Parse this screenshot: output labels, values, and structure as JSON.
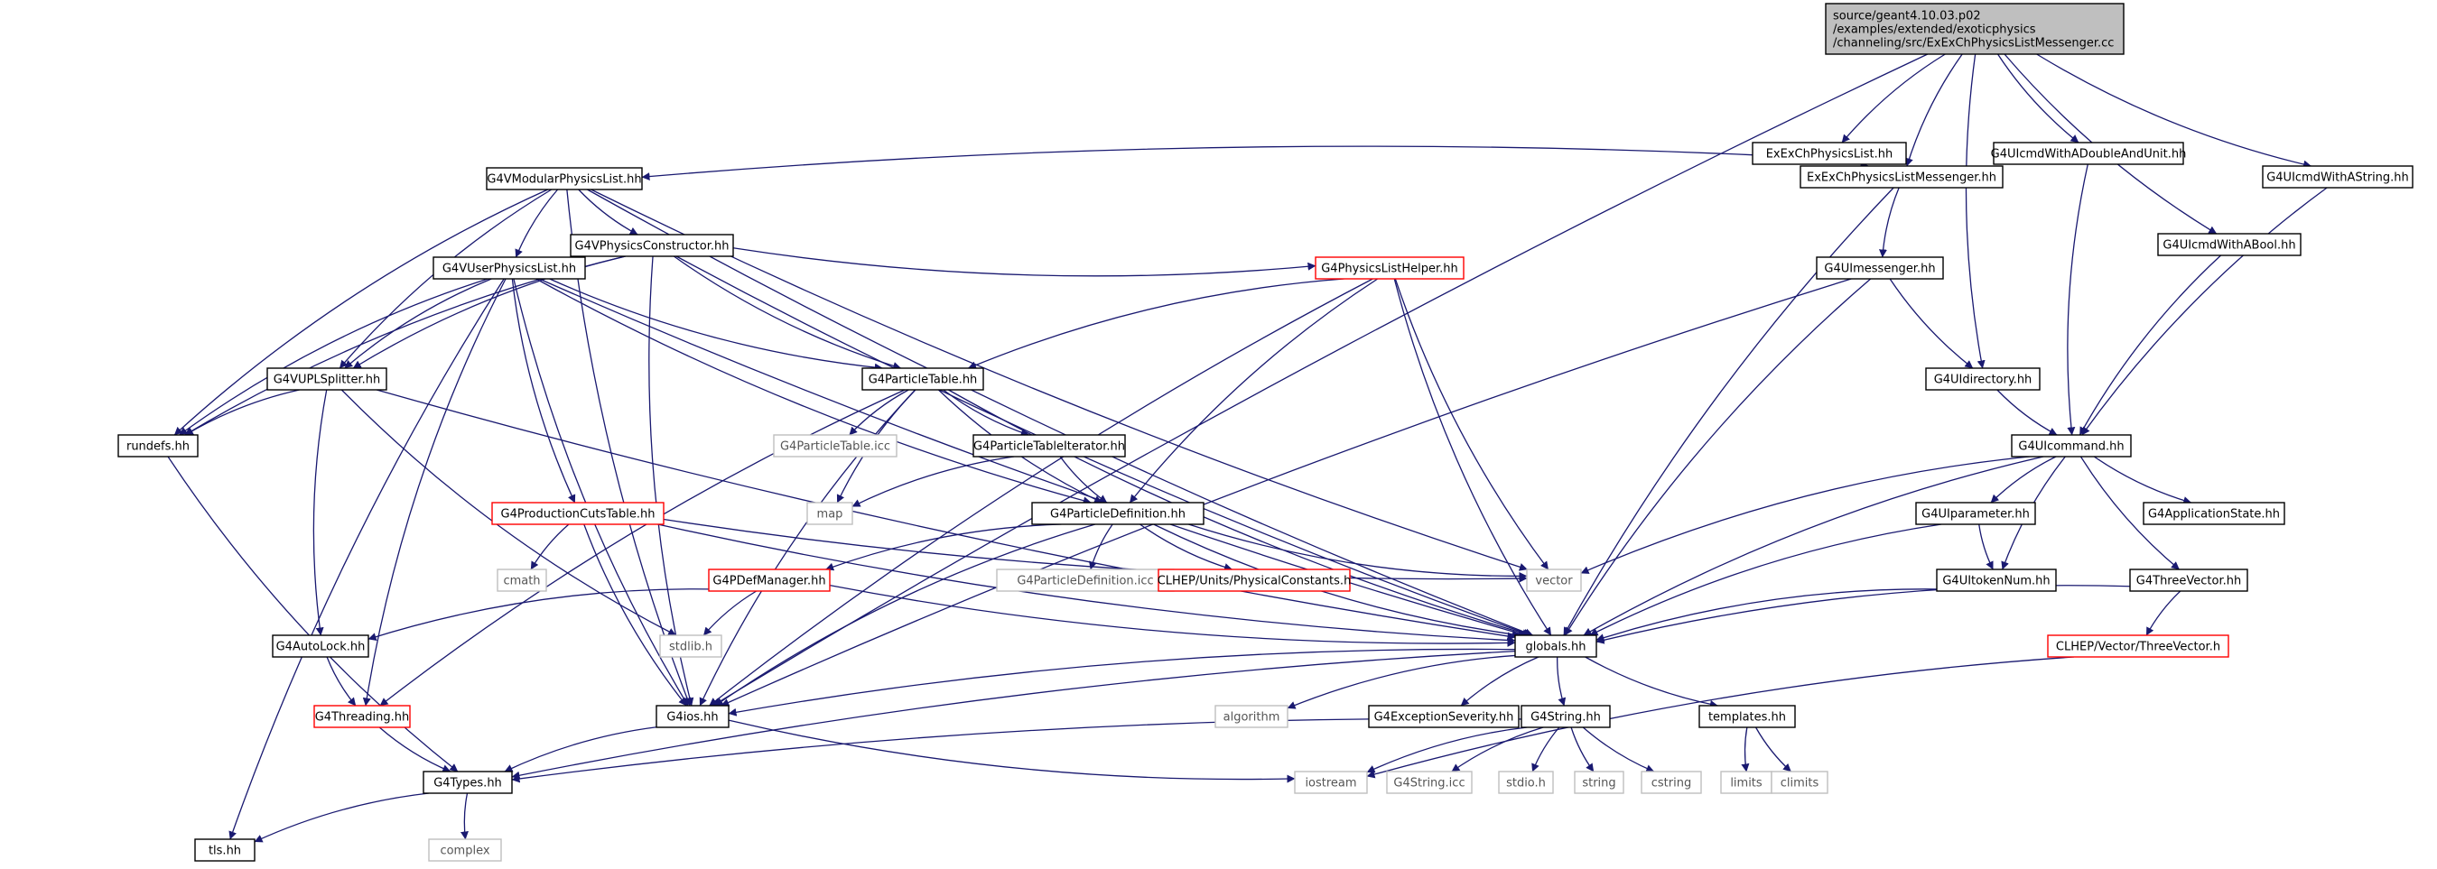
{
  "colors": {
    "edge": "#191970",
    "normal_border": "#000000",
    "missing_border": "#ff0000",
    "external_border": "#bfbfbf",
    "root_fill": "#bfbfbf"
  },
  "graph": {
    "root": "ExExChPhysicsListMessenger.cc",
    "nodes": [
      {
        "id": "root",
        "lines": [
          "source/geant4.10.03.p02",
          "/examples/extended/exoticphysics",
          "/channeling/src/ExExChPhysicsListMessenger.cc"
        ],
        "kind": "root"
      },
      {
        "id": "physlist",
        "lines": [
          "ExExChPhysicsList.hh"
        ],
        "kind": "normal"
      },
      {
        "id": "messenger",
        "lines": [
          "ExExChPhysicsListMessenger.hh"
        ],
        "kind": "normal"
      },
      {
        "id": "dblunit",
        "lines": [
          "G4UIcmdWithADoubleAndUnit.hh"
        ],
        "kind": "normal"
      },
      {
        "id": "string_cmd",
        "lines": [
          "G4UIcmdWithAString.hh"
        ],
        "kind": "normal"
      },
      {
        "id": "bool_cmd",
        "lines": [
          "G4UIcmdWithABool.hh"
        ],
        "kind": "normal"
      },
      {
        "id": "modular",
        "lines": [
          "G4VModularPhysicsList.hh"
        ],
        "kind": "normal"
      },
      {
        "id": "constructor",
        "lines": [
          "G4VPhysicsConstructor.hh"
        ],
        "kind": "normal"
      },
      {
        "id": "userphys",
        "lines": [
          "G4VUserPhysicsList.hh"
        ],
        "kind": "normal"
      },
      {
        "id": "helper",
        "lines": [
          "G4PhysicsListHelper.hh"
        ],
        "kind": "missing"
      },
      {
        "id": "uimessenger",
        "lines": [
          "G4UImessenger.hh"
        ],
        "kind": "normal"
      },
      {
        "id": "uidirectory",
        "lines": [
          "G4UIdirectory.hh"
        ],
        "kind": "normal"
      },
      {
        "id": "uplsplitter",
        "lines": [
          "G4VUPLSplitter.hh"
        ],
        "kind": "normal"
      },
      {
        "id": "particletable",
        "lines": [
          "G4ParticleTable.hh"
        ],
        "kind": "normal"
      },
      {
        "id": "uicommand",
        "lines": [
          "G4UIcommand.hh"
        ],
        "kind": "normal"
      },
      {
        "id": "rundefs",
        "lines": [
          "rundefs.hh"
        ],
        "kind": "normal"
      },
      {
        "id": "ptable_icc",
        "lines": [
          "G4ParticleTable.icc"
        ],
        "kind": "external"
      },
      {
        "id": "ptiterator",
        "lines": [
          "G4ParticleTableIterator.hh"
        ],
        "kind": "normal"
      },
      {
        "id": "map",
        "lines": [
          "map"
        ],
        "kind": "external"
      },
      {
        "id": "prodcuts",
        "lines": [
          "G4ProductionCutsTable.hh"
        ],
        "kind": "missing"
      },
      {
        "id": "pdef",
        "lines": [
          "G4ParticleDefinition.hh"
        ],
        "kind": "normal"
      },
      {
        "id": "uiparameter",
        "lines": [
          "G4UIparameter.hh"
        ],
        "kind": "normal"
      },
      {
        "id": "appstate",
        "lines": [
          "G4ApplicationState.hh"
        ],
        "kind": "normal"
      },
      {
        "id": "cmath",
        "lines": [
          "cmath"
        ],
        "kind": "external"
      },
      {
        "id": "pdgmanager",
        "lines": [
          "G4PDefManager.hh"
        ],
        "kind": "missing"
      },
      {
        "id": "pdef_icc",
        "lines": [
          "G4ParticleDefinition.icc"
        ],
        "kind": "external"
      },
      {
        "id": "physconst",
        "lines": [
          "CLHEP/Units/PhysicalConstants.h"
        ],
        "kind": "missing"
      },
      {
        "id": "vector",
        "lines": [
          "vector"
        ],
        "kind": "external"
      },
      {
        "id": "uitokennum",
        "lines": [
          "G4UItokenNum.hh"
        ],
        "kind": "normal"
      },
      {
        "id": "threevector",
        "lines": [
          "G4ThreeVector.hh"
        ],
        "kind": "normal"
      },
      {
        "id": "autolock",
        "lines": [
          "G4AutoLock.hh"
        ],
        "kind": "normal"
      },
      {
        "id": "stdlib",
        "lines": [
          "stdlib.h"
        ],
        "kind": "external"
      },
      {
        "id": "globals",
        "lines": [
          "globals.hh"
        ],
        "kind": "normal"
      },
      {
        "id": "clhep3v",
        "lines": [
          "CLHEP/Vector/ThreeVector.h"
        ],
        "kind": "missing"
      },
      {
        "id": "threading",
        "lines": [
          "G4Threading.hh"
        ],
        "kind": "missing"
      },
      {
        "id": "g4ios",
        "lines": [
          "G4ios.hh"
        ],
        "kind": "normal"
      },
      {
        "id": "algorithm",
        "lines": [
          "algorithm"
        ],
        "kind": "external"
      },
      {
        "id": "excseverity",
        "lines": [
          "G4ExceptionSeverity.hh"
        ],
        "kind": "normal"
      },
      {
        "id": "g4string",
        "lines": [
          "G4String.hh"
        ],
        "kind": "normal"
      },
      {
        "id": "templates",
        "lines": [
          "templates.hh"
        ],
        "kind": "normal"
      },
      {
        "id": "g4types",
        "lines": [
          "G4Types.hh"
        ],
        "kind": "normal"
      },
      {
        "id": "iostream",
        "lines": [
          "iostream"
        ],
        "kind": "external"
      },
      {
        "id": "g4string_icc",
        "lines": [
          "G4String.icc"
        ],
        "kind": "external"
      },
      {
        "id": "stdio",
        "lines": [
          "stdio.h"
        ],
        "kind": "external"
      },
      {
        "id": "string",
        "lines": [
          "string"
        ],
        "kind": "external"
      },
      {
        "id": "cstring",
        "lines": [
          "cstring"
        ],
        "kind": "external"
      },
      {
        "id": "limits",
        "lines": [
          "limits"
        ],
        "kind": "external"
      },
      {
        "id": "climits",
        "lines": [
          "climits"
        ],
        "kind": "external"
      },
      {
        "id": "tls",
        "lines": [
          "tls.hh"
        ],
        "kind": "normal"
      },
      {
        "id": "complex",
        "lines": [
          "complex"
        ],
        "kind": "external"
      }
    ],
    "edges": [
      [
        "root",
        "physlist"
      ],
      [
        "root",
        "messenger"
      ],
      [
        "root",
        "dblunit"
      ],
      [
        "root",
        "string_cmd"
      ],
      [
        "root",
        "bool_cmd"
      ],
      [
        "root",
        "uidirectory"
      ],
      [
        "root",
        "g4ios"
      ],
      [
        "physlist",
        "modular"
      ],
      [
        "physlist",
        "messenger"
      ],
      [
        "messenger",
        "uimessenger"
      ],
      [
        "messenger",
        "globals"
      ],
      [
        "dblunit",
        "uicommand"
      ],
      [
        "string_cmd",
        "uicommand"
      ],
      [
        "bool_cmd",
        "uicommand"
      ],
      [
        "modular",
        "constructor"
      ],
      [
        "modular",
        "userphys"
      ],
      [
        "modular",
        "uplsplitter"
      ],
      [
        "modular",
        "rundefs"
      ],
      [
        "modular",
        "vector"
      ],
      [
        "modular",
        "globals"
      ],
      [
        "modular",
        "g4ios"
      ],
      [
        "constructor",
        "uplsplitter"
      ],
      [
        "constructor",
        "rundefs"
      ],
      [
        "constructor",
        "particletable"
      ],
      [
        "constructor",
        "helper"
      ],
      [
        "constructor",
        "globals"
      ],
      [
        "constructor",
        "g4ios"
      ],
      [
        "userphys",
        "uplsplitter"
      ],
      [
        "userphys",
        "rundefs"
      ],
      [
        "userphys",
        "particletable"
      ],
      [
        "userphys",
        "prodcuts"
      ],
      [
        "userphys",
        "pdef"
      ],
      [
        "userphys",
        "globals"
      ],
      [
        "userphys",
        "g4ios"
      ],
      [
        "userphys",
        "tls"
      ],
      [
        "userphys",
        "threading"
      ],
      [
        "helper",
        "particletable"
      ],
      [
        "helper",
        "pdef"
      ],
      [
        "helper",
        "vector"
      ],
      [
        "helper",
        "globals"
      ],
      [
        "helper",
        "g4ios"
      ],
      [
        "uimessenger",
        "uidirectory"
      ],
      [
        "uimessenger",
        "globals"
      ],
      [
        "uimessenger",
        "g4ios"
      ],
      [
        "uidirectory",
        "uicommand"
      ],
      [
        "uplsplitter",
        "rundefs"
      ],
      [
        "uplsplitter",
        "autolock"
      ],
      [
        "uplsplitter",
        "stdlib"
      ],
      [
        "uplsplitter",
        "globals"
      ],
      [
        "particletable",
        "ptable_icc"
      ],
      [
        "particletable",
        "ptiterator"
      ],
      [
        "particletable",
        "map"
      ],
      [
        "particletable",
        "pdef"
      ],
      [
        "particletable",
        "globals"
      ],
      [
        "particletable",
        "g4ios"
      ],
      [
        "particletable",
        "threading"
      ],
      [
        "uicommand",
        "uiparameter"
      ],
      [
        "uicommand",
        "appstate"
      ],
      [
        "uicommand",
        "uitokennum"
      ],
      [
        "uicommand",
        "threevector"
      ],
      [
        "uicommand",
        "vector"
      ],
      [
        "uicommand",
        "globals"
      ],
      [
        "rundefs",
        "g4types"
      ],
      [
        "ptiterator",
        "map"
      ],
      [
        "ptiterator",
        "pdef"
      ],
      [
        "prodcuts",
        "cmath"
      ],
      [
        "prodcuts",
        "vector"
      ],
      [
        "prodcuts",
        "globals"
      ],
      [
        "prodcuts",
        "g4ios"
      ],
      [
        "pdef",
        "pdgmanager"
      ],
      [
        "pdef",
        "pdef_icc"
      ],
      [
        "pdef",
        "physconst"
      ],
      [
        "pdef",
        "vector"
      ],
      [
        "pdef",
        "globals"
      ],
      [
        "pdef",
        "g4ios"
      ],
      [
        "uiparameter",
        "uitokennum"
      ],
      [
        "uiparameter",
        "globals"
      ],
      [
        "pdgmanager",
        "autolock"
      ],
      [
        "pdgmanager",
        "stdlib"
      ],
      [
        "pdgmanager",
        "globals"
      ],
      [
        "uitokennum",
        "globals"
      ],
      [
        "threevector",
        "clhep3v"
      ],
      [
        "threevector",
        "globals"
      ],
      [
        "clhep3v",
        "iostream"
      ],
      [
        "autolock",
        "threading"
      ],
      [
        "globals",
        "g4ios"
      ],
      [
        "globals",
        "algorithm"
      ],
      [
        "globals",
        "excseverity"
      ],
      [
        "globals",
        "g4string"
      ],
      [
        "globals",
        "templates"
      ],
      [
        "globals",
        "g4types"
      ],
      [
        "threading",
        "g4types"
      ],
      [
        "g4ios",
        "g4types"
      ],
      [
        "g4ios",
        "iostream"
      ],
      [
        "g4string",
        "g4types"
      ],
      [
        "g4string",
        "iostream"
      ],
      [
        "g4string",
        "g4string_icc"
      ],
      [
        "g4string",
        "stdio"
      ],
      [
        "g4string",
        "string"
      ],
      [
        "g4string",
        "cstring"
      ],
      [
        "templates",
        "limits"
      ],
      [
        "templates",
        "climits"
      ],
      [
        "g4types",
        "tls"
      ],
      [
        "g4types",
        "complex"
      ]
    ]
  }
}
